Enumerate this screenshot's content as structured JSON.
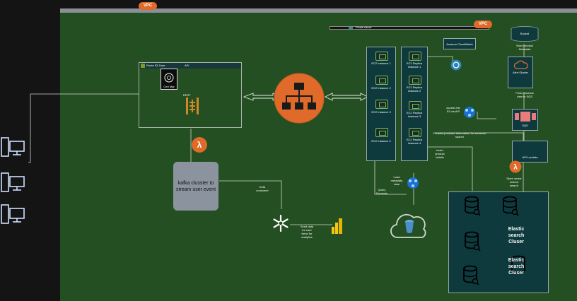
{
  "vpc_outer": {
    "label": "VPC"
  },
  "vpc_inner": {
    "label": "VPC"
  },
  "az_bar": {
    "label": "Private subnet"
  },
  "api_group": {
    "header": "Route 53 Zone",
    "sub": "API",
    "cert": "Cert Mgr"
  },
  "rest_api_label": "REST",
  "kafka": {
    "label": "kafka clusster to stream user event"
  },
  "kafka_edge": "Kafa consumer",
  "snowflake_edge": "Send data for user trend for analytics",
  "ec2_left": [
    "EC2 Instance 1",
    "EC2 Instance 2",
    "EC2 Instance 3",
    "EC2 Instance 4"
  ],
  "ec2_right": [
    "EC2 Replica Instance 1",
    "EC2 Replica Instance 2",
    "EC2 Replica Instance 3",
    "EC2 Replica Instance 4"
  ],
  "cloudwatch": "Amazon CloudWatch",
  "access_edge": "Access the S3 via API",
  "s3_top": {
    "label": "Bucket",
    "caption": "Store product Metadata"
  },
  "glacier": {
    "label": "Alert Glacier"
  },
  "push_edge": "Push products data to SQS",
  "sqs": {
    "label": "SQS"
  },
  "forward_edge": "Forward products information for semantic search",
  "lambda_box": {
    "label": "API Lambda"
  },
  "index_edge": "Index product details",
  "load_edge": "Load metadata data",
  "query_edge": "Query Products",
  "store_edge": "Store vector embed search",
  "es_clusters": [
    "Elastic search Cluser",
    "Elastic search Cluser"
  ],
  "colors": {
    "canvas": "#244f22",
    "orange": "#e06a2a",
    "dark_box": "#0e3a3e",
    "frame": "#8b8f96"
  }
}
